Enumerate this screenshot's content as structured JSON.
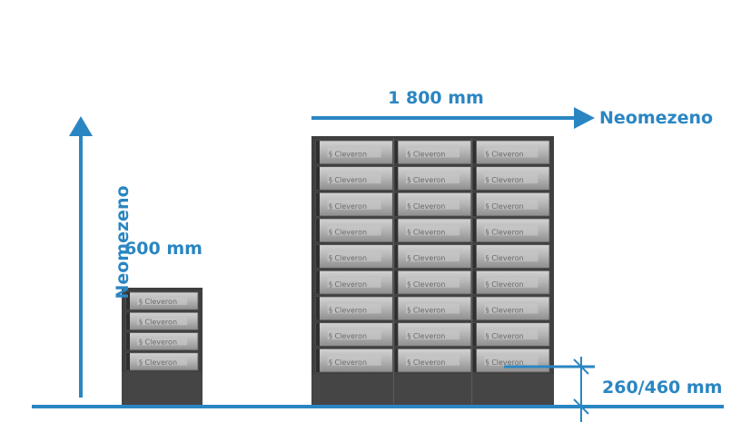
{
  "labels": {
    "vertical_unlimited": "Neomezeno",
    "horizontal_unlimited": "Neomezeno",
    "width_large": "1 800 mm",
    "width_small": "600 mm",
    "plinth_height": "260/460  mm"
  },
  "units": {
    "small": {
      "columns": 1,
      "rows": 4,
      "brand": "Cleveron"
    },
    "large": {
      "columns": 3,
      "rows": 9,
      "brand": "Cleveron"
    }
  },
  "colors": {
    "accent": "#2a86c2",
    "cabinet_frame": "#3f3f3f",
    "plinth": "#454545",
    "drawer": "#b8b8b8",
    "drawer_dark": "#8a8a8a",
    "label_text": "#2a86c2"
  }
}
